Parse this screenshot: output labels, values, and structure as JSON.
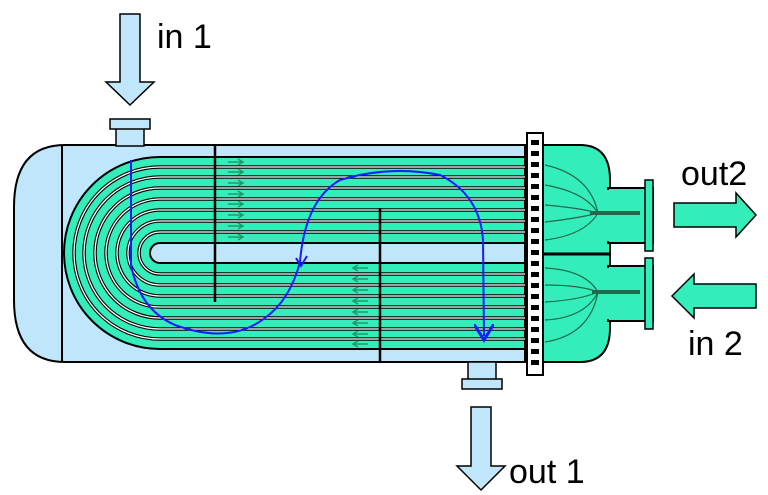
{
  "labels": {
    "in1": "in 1",
    "out1": "out 1",
    "in2": "in 2",
    "out2": "out2"
  },
  "colors": {
    "shell_fluid": "#bfe6fb",
    "tube_fluid": "#33eebb",
    "arrow_shell": "#bfe6fb",
    "arrow_tube": "#33eebb",
    "flow_path": "#1a1aff",
    "tube_flow": "#1f9a6a",
    "outline": "#000000"
  }
}
